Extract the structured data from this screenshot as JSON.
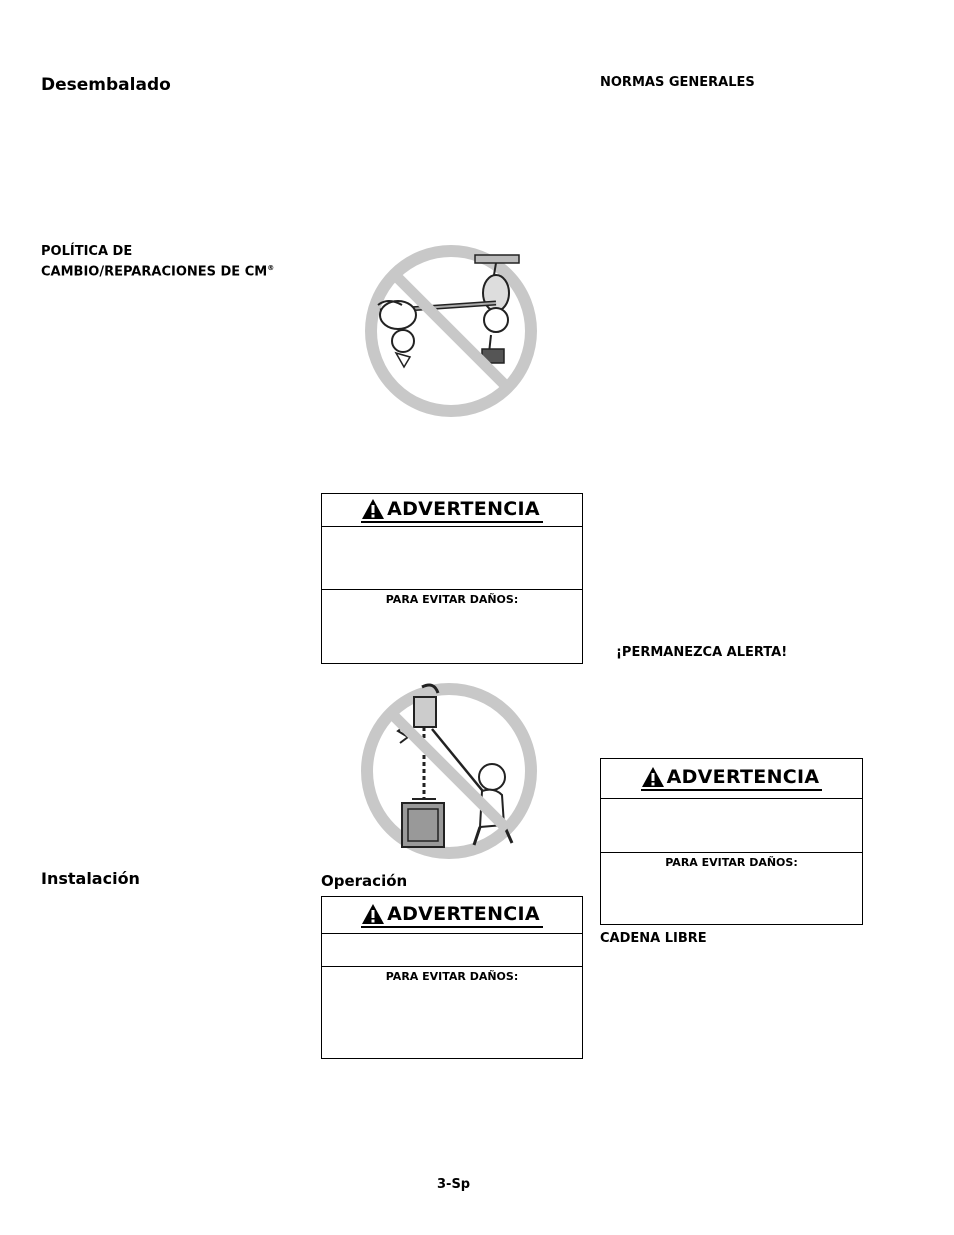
{
  "left_column": {
    "unpacking_heading": "Desembalado",
    "policy_heading_line1": "POLÍTICA DE",
    "policy_heading_line2": "CAMBIO/REPARACIONES DE CM",
    "policy_heading_mark": "®",
    "installation_heading": "Instalación"
  },
  "middle_column": {
    "illustration_top": "no-extension-lever-illustration",
    "illustration_bottom": "no-side-pull-illustration",
    "operation_heading": "Operación"
  },
  "right_column": {
    "general_rules_heading": "NORMAS GENERALES",
    "stay_alert": "¡PERMANEZCA ALERTA!",
    "free_chain_heading": "CADENA LIBRE"
  },
  "warnings": {
    "title": "ADVERTENCIA",
    "avoid_damage": "PARA EVITAR DAÑOS:",
    "icon": "warning-triangle-icon",
    "border_color": "#000000"
  },
  "footer": {
    "page_number": "3-Sp"
  }
}
